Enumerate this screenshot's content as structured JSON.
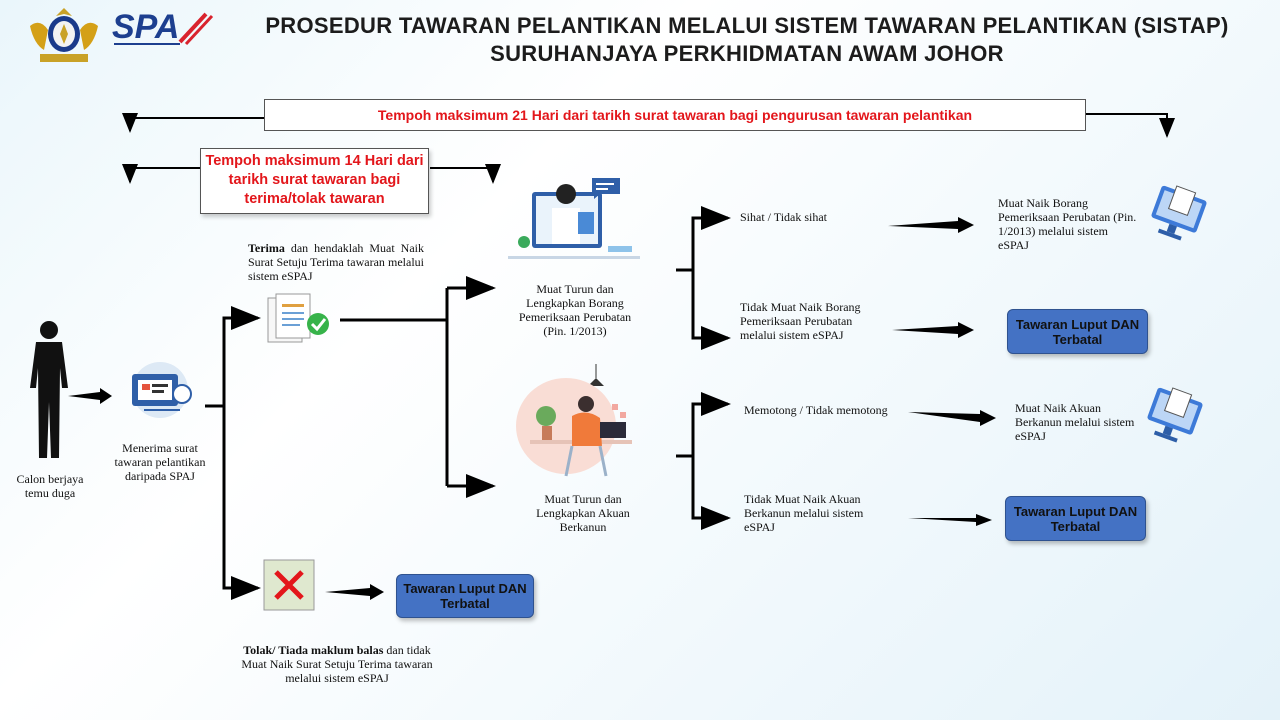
{
  "header": {
    "brand": "SPA",
    "title_line1": "PROSEDUR TAWARAN PELANTIKAN MELALUI SISTEM TAWARAN PELANTIKAN (SISTAP)",
    "title_line2": "SURUHANJAYA PERKHIDMATAN AWAM JOHOR"
  },
  "timeline": {
    "max21": "Tempoh maksimum 21 Hari dari tarikh surat tawaran bagi  pengurusan  tawaran pelantikan",
    "max14": "Tempoh maksimum 14 Hari dari tarikh surat tawaran bagi terima/tolak tawaran"
  },
  "steps": {
    "candidate": "Calon berjaya temu duga",
    "receive": "Menerima surat tawaran pelantikan daripada SPAJ",
    "accept_bold": "Terima",
    "accept_rest": " dan hendaklah Muat Naik Surat Setuju Terima tawaran melalui sistem eSPAJ",
    "reject_bold": "Tolak/ Tiada maklum balas",
    "reject_rest": " dan tidak Muat Naik Surat Setuju Terima tawaran melalui sistem eSPAJ",
    "medical": "Muat Turun dan Lengkapkan Borang Pemeriksaan Perubatan (Pin. 1/2013)",
    "oath": "Muat Turun dan Lengkapkan Akuan Berkanun",
    "healthy": "Sihat / Tidak sihat",
    "no_medical": "Tidak Muat Naik Borang Pemeriksaan Perubatan melalui sistem eSPAJ",
    "upload_medical": "Muat Naik Borang Pemeriksaan Perubatan (Pin. 1/2013) melalui sistem eSPAJ",
    "cut": "Memotong / Tidak memotong",
    "no_oath": "Tidak Muat Naik Akuan Berkanun melalui sistem eSPAJ",
    "upload_oath": "Muat Naik Akuan Berkanun melalui sistem eSPAJ"
  },
  "outcome": {
    "lapsed": "Tawaran Luput DAN Terbatal"
  },
  "colors": {
    "red": "#e3161b",
    "button_blue": "#4472c4"
  }
}
